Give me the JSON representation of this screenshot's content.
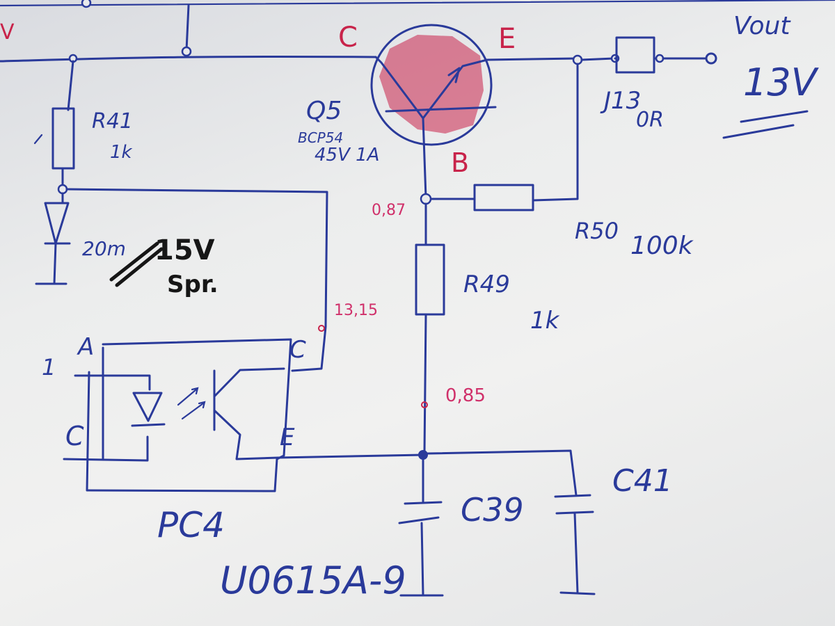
{
  "transistor": {
    "ref": "Q5",
    "part": "BCP54",
    "rating": "45V 1A",
    "pin_c": "C",
    "pin_e": "E",
    "pin_b": "B"
  },
  "resistors": {
    "r41": {
      "ref": "R41",
      "value": "1k"
    },
    "r49": {
      "ref": "R49",
      "value": "1k"
    },
    "r50": {
      "ref": "R50",
      "value": "100k"
    }
  },
  "zener": {
    "ref": "20m",
    "value": "15V",
    "note": "Spr."
  },
  "jumper": {
    "ref": "J13",
    "value": "0R"
  },
  "output": {
    "label": "Vout",
    "voltage": "13V"
  },
  "optocoupler": {
    "ref": "PC4",
    "part": "U0615A-9",
    "pin_a": "A",
    "pin_c_in": "C",
    "pin_c_out": "C",
    "pin_e_out": "E",
    "pin_number": "1"
  },
  "capacitors": {
    "c39": "C39",
    "c41": "C41"
  },
  "measurements": {
    "base_voltage": "0,87",
    "opto_collector_voltage": "13,15",
    "r49_bottom_voltage": "0,85"
  },
  "left_edge_mark": "V",
  "colors": {
    "ink_blue": "#2a3a9a",
    "ink_red": "#c8234a",
    "ink_black": "#161616",
    "paper": "#eceded"
  }
}
